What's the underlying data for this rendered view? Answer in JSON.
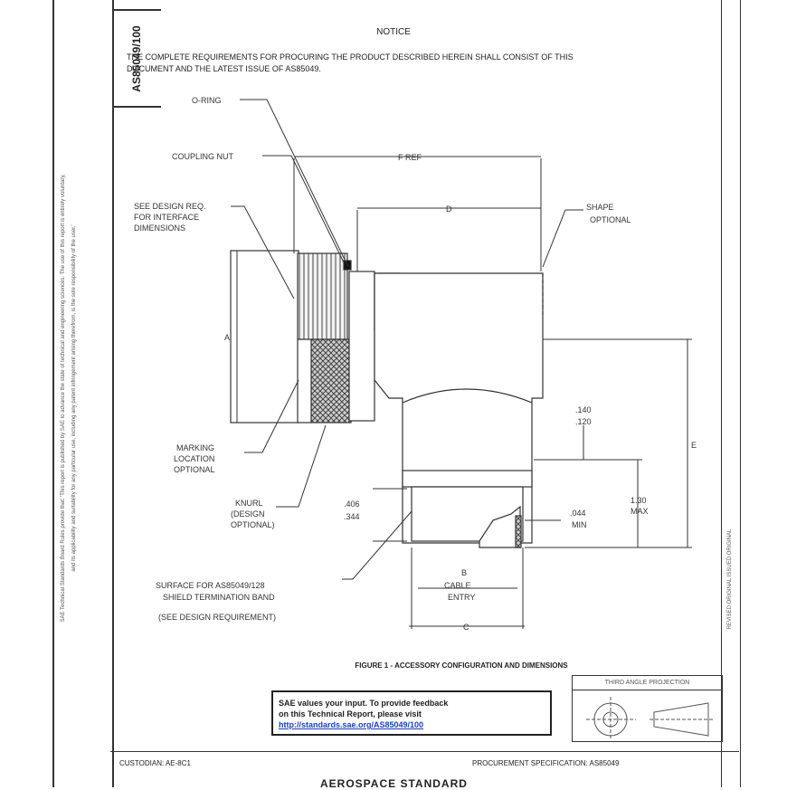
{
  "document": {
    "number": "AS85049/100",
    "notice_title": "NOTICE",
    "notice_line1": "THE COMPLETE REQUIREMENTS FOR PROCURING THE PRODUCT DESCRIBED HEREIN SHALL CONSIST OF THIS",
    "notice_line2": "DOCUMENT AND THE LATEST ISSUE OF AS85049.",
    "legal_left": "SAE Technical Standards Board Rules provide that: 'This report is published by SAE to advance the state of technical and engineering sciences. The use of this report is entirely voluntary,",
    "legal_right": "and its applicability and suitability for any particular use, including any patent infringement arising therefrom, is the sole responsibility of the user.'"
  },
  "figure": {
    "caption": "FIGURE 1 - ACCESSORY CONFIGURATION AND DIMENSIONS",
    "labels": {
      "o_ring": "O-RING",
      "coupling_nut": "COUPLING NUT",
      "see_design_1": "SEE DESIGN REQ.",
      "see_design_2": "FOR INTERFACE",
      "see_design_3": "DIMENSIONS",
      "f_ref": "F REF",
      "d": "D",
      "shape_1": "SHAPE",
      "shape_2": "OPTIONAL",
      "a": "A",
      "e": "E",
      "dim_140": ".140",
      "dim_120": ".120",
      "dim_130": "1.30",
      "max": "MAX",
      "marking_1": "MARKING",
      "marking_2": "LOCATION",
      "marking_3": "OPTIONAL",
      "knurl_1": "KNURL",
      "knurl_2": "(DESIGN",
      "knurl_3": "OPTIONAL)",
      "dim_406": ".406",
      "dim_344": ".344",
      "dim_044": ".044",
      "min": "MIN",
      "surface_1": "SURFACE FOR AS85049/128",
      "surface_2": "SHIELD TERMINATION BAND",
      "surface_3": "(SEE DESIGN REQUIREMENT)",
      "b": "B",
      "cable": "CABLE",
      "entry": "ENTRY",
      "c": "C"
    }
  },
  "feedback": {
    "line1": "SAE values your input. To provide feedback",
    "line2": "on this Technical Report, please visit",
    "link": "http://standards.sae.org/AS85049/100"
  },
  "projection": {
    "label": "THIRD ANGLE PROJECTION"
  },
  "title_block": {
    "custodian": "CUSTODIAN: AE-8C1",
    "procurement": "PROCUREMENT SPECIFICATION: AS85049",
    "standard": "AEROSPACE STANDARD"
  },
  "revision_text": "REVISED ORIGINAL    ISSUED ORIGINAL"
}
